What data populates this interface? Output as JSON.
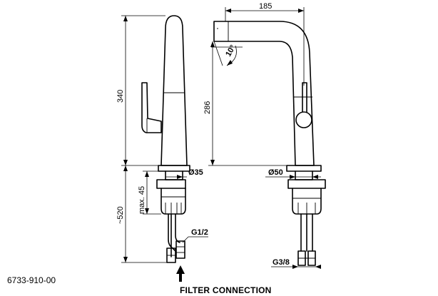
{
  "document_code": "6733-910-00",
  "footer_label": "FILTER CONNECTION",
  "dimensions": {
    "height_total": "340",
    "spout_height": "286",
    "spout_reach": "185",
    "spout_angle": "10°",
    "base_diameter_left": "Ø35",
    "base_diameter_right": "Ø50",
    "max_thickness": "max. 45",
    "hose_length": "~520",
    "thread_filter": "G1/2",
    "thread_supply": "G3/8"
  }
}
